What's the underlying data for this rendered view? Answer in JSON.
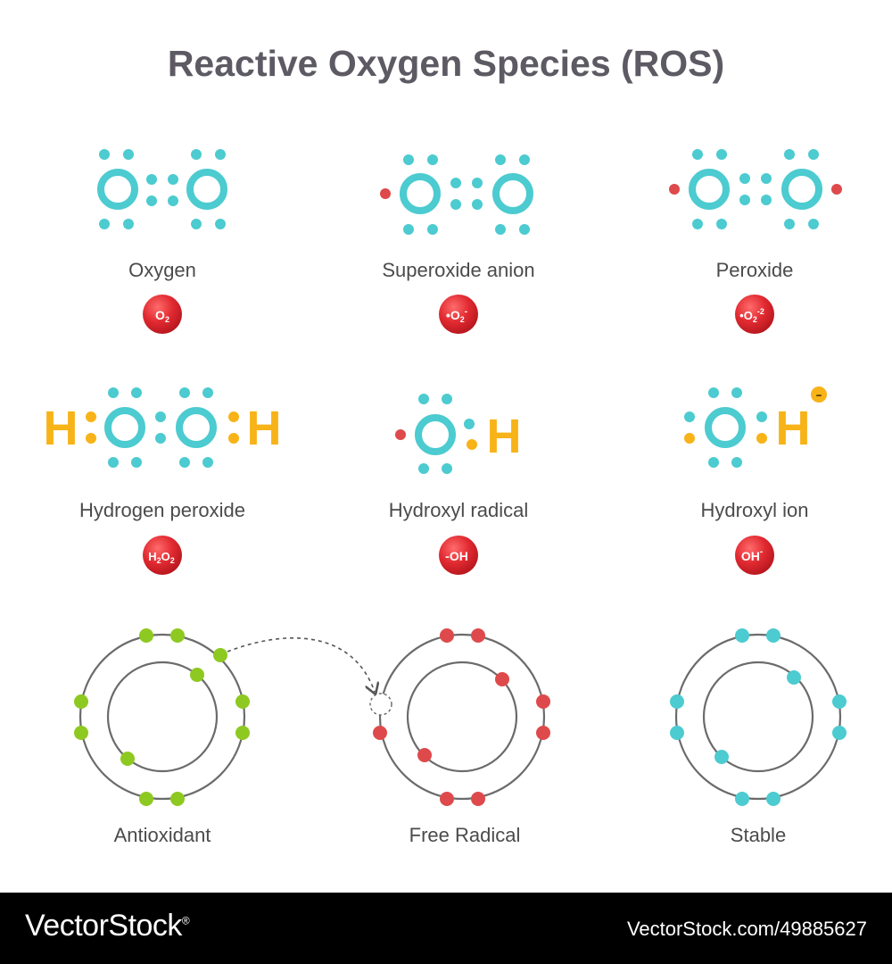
{
  "title": "Reactive Oxygen Species (ROS)",
  "colors": {
    "oxygen": "#4ccbd0",
    "hydrogen": "#f7b318",
    "radical": "#de4a4b",
    "antioxidant": "#8ec921",
    "orbit": "#6b6b6b",
    "badge": "#d7262d",
    "title": "#5d5a63"
  },
  "species": [
    {
      "name": "Oxygen",
      "formula_main": "O",
      "formula_sub": "2",
      "formula_sup": ""
    },
    {
      "name": "Superoxide anion",
      "formula_main": "•O",
      "formula_sub": "2",
      "formula_sup": "-"
    },
    {
      "name": "Peroxide",
      "formula_main": "•O",
      "formula_sub": "2",
      "formula_sup": "-2"
    },
    {
      "name": "Hydrogen peroxide",
      "formula_main": "H",
      "formula_sub": "2",
      "formula_main2": "O",
      "formula_sub2": "2"
    },
    {
      "name": "Hydroxyl radical",
      "formula_main": "-OH",
      "formula_sub": "",
      "formula_sup": ""
    },
    {
      "name": "Hydroxyl ion",
      "formula_main": "OH",
      "formula_sub": "",
      "formula_sup": "-"
    }
  ],
  "atoms": {
    "oxygen": "O",
    "hydrogen": "H"
  },
  "charge_symbol": "–",
  "electron_models": [
    {
      "name": "Antioxidant"
    },
    {
      "name": "Free Radical"
    },
    {
      "name": "Stable"
    }
  ],
  "footer": {
    "brand": "VectorStock",
    "brand_mark": "®",
    "image_id": "VectorStock.com/49885627"
  }
}
